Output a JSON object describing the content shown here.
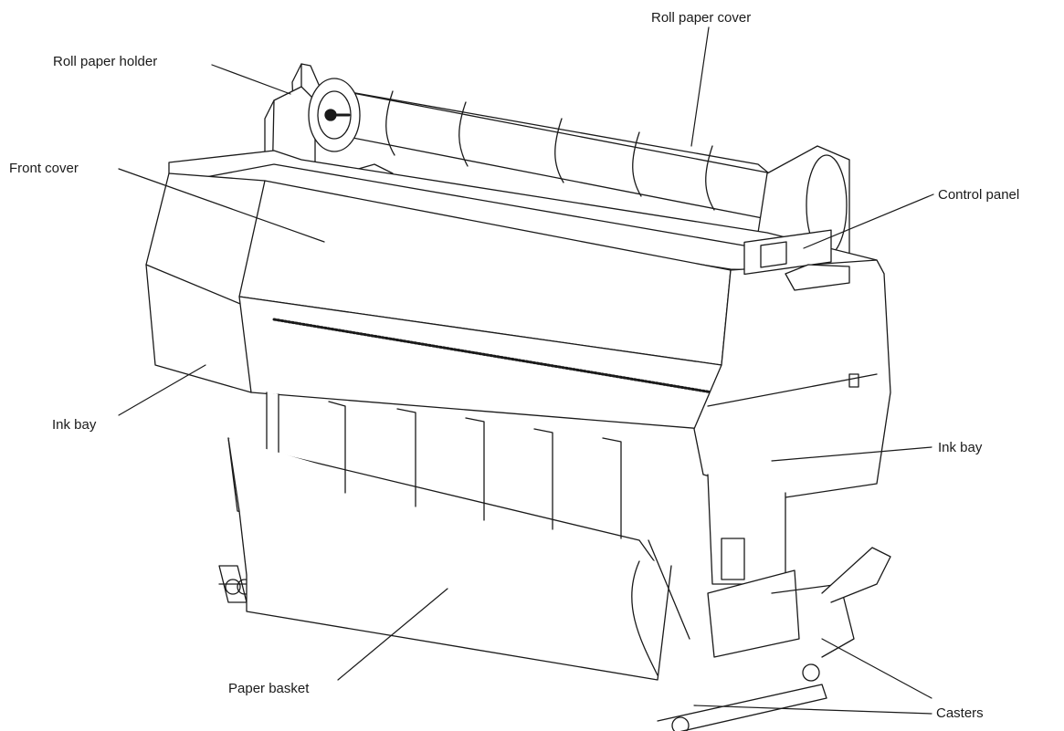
{
  "diagram": {
    "subject": "Large-format printer with stand",
    "callouts": {
      "roll_paper_holder": "Roll paper holder",
      "roll_paper_cover": "Roll paper cover",
      "front_cover": "Front cover",
      "control_panel": "Control panel",
      "ink_bay_left": "Ink bay",
      "ink_bay_right": "Ink bay",
      "paper_basket": "Paper basket",
      "casters": "Casters"
    },
    "colors": {
      "line": "#1a1a1a",
      "body_fill": "#ffffff",
      "shade": "#e9e9e9"
    }
  }
}
